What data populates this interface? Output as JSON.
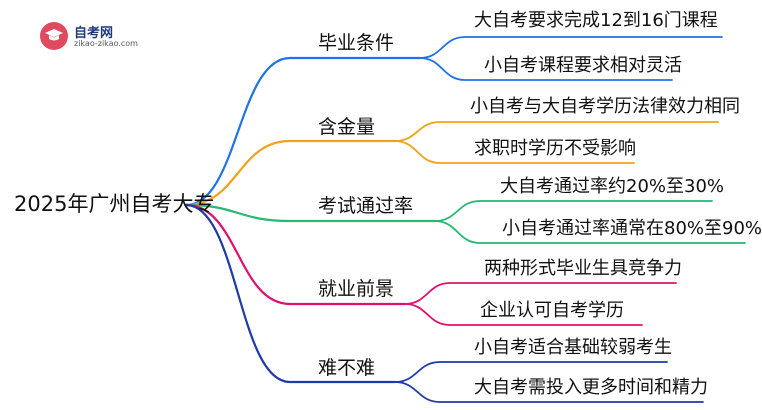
{
  "logo": {
    "title": "自考网",
    "url": "zikao-zikao.com"
  },
  "root": "2025年广州自考大专",
  "colors": {
    "blue": "#1e74e6",
    "orange": "#f0a21b",
    "green": "#27b871",
    "magenta": "#e0106e",
    "navy": "#1d3aa8"
  },
  "branches": [
    {
      "label": "毕业条件",
      "color": "blue",
      "leaves": [
        "大自考要求完成12到16门课程",
        "小自考课程要求相对灵活"
      ]
    },
    {
      "label": "含金量",
      "color": "orange",
      "leaves": [
        "小自考与大自考学历法律效力相同",
        "求职时学历不受影响"
      ]
    },
    {
      "label": "考试通过率",
      "color": "green",
      "leaves": [
        "大自考通过率约20%至30%",
        "小自考通过率通常在80%至90%"
      ]
    },
    {
      "label": "就业前景",
      "color": "magenta",
      "leaves": [
        "两种形式毕业生具竞争力",
        "企业认可自考学历"
      ]
    },
    {
      "label": "难不难",
      "color": "navy",
      "leaves": [
        "小自考适合基础较弱考生",
        "大自考需投入更多时间和精力"
      ]
    }
  ]
}
